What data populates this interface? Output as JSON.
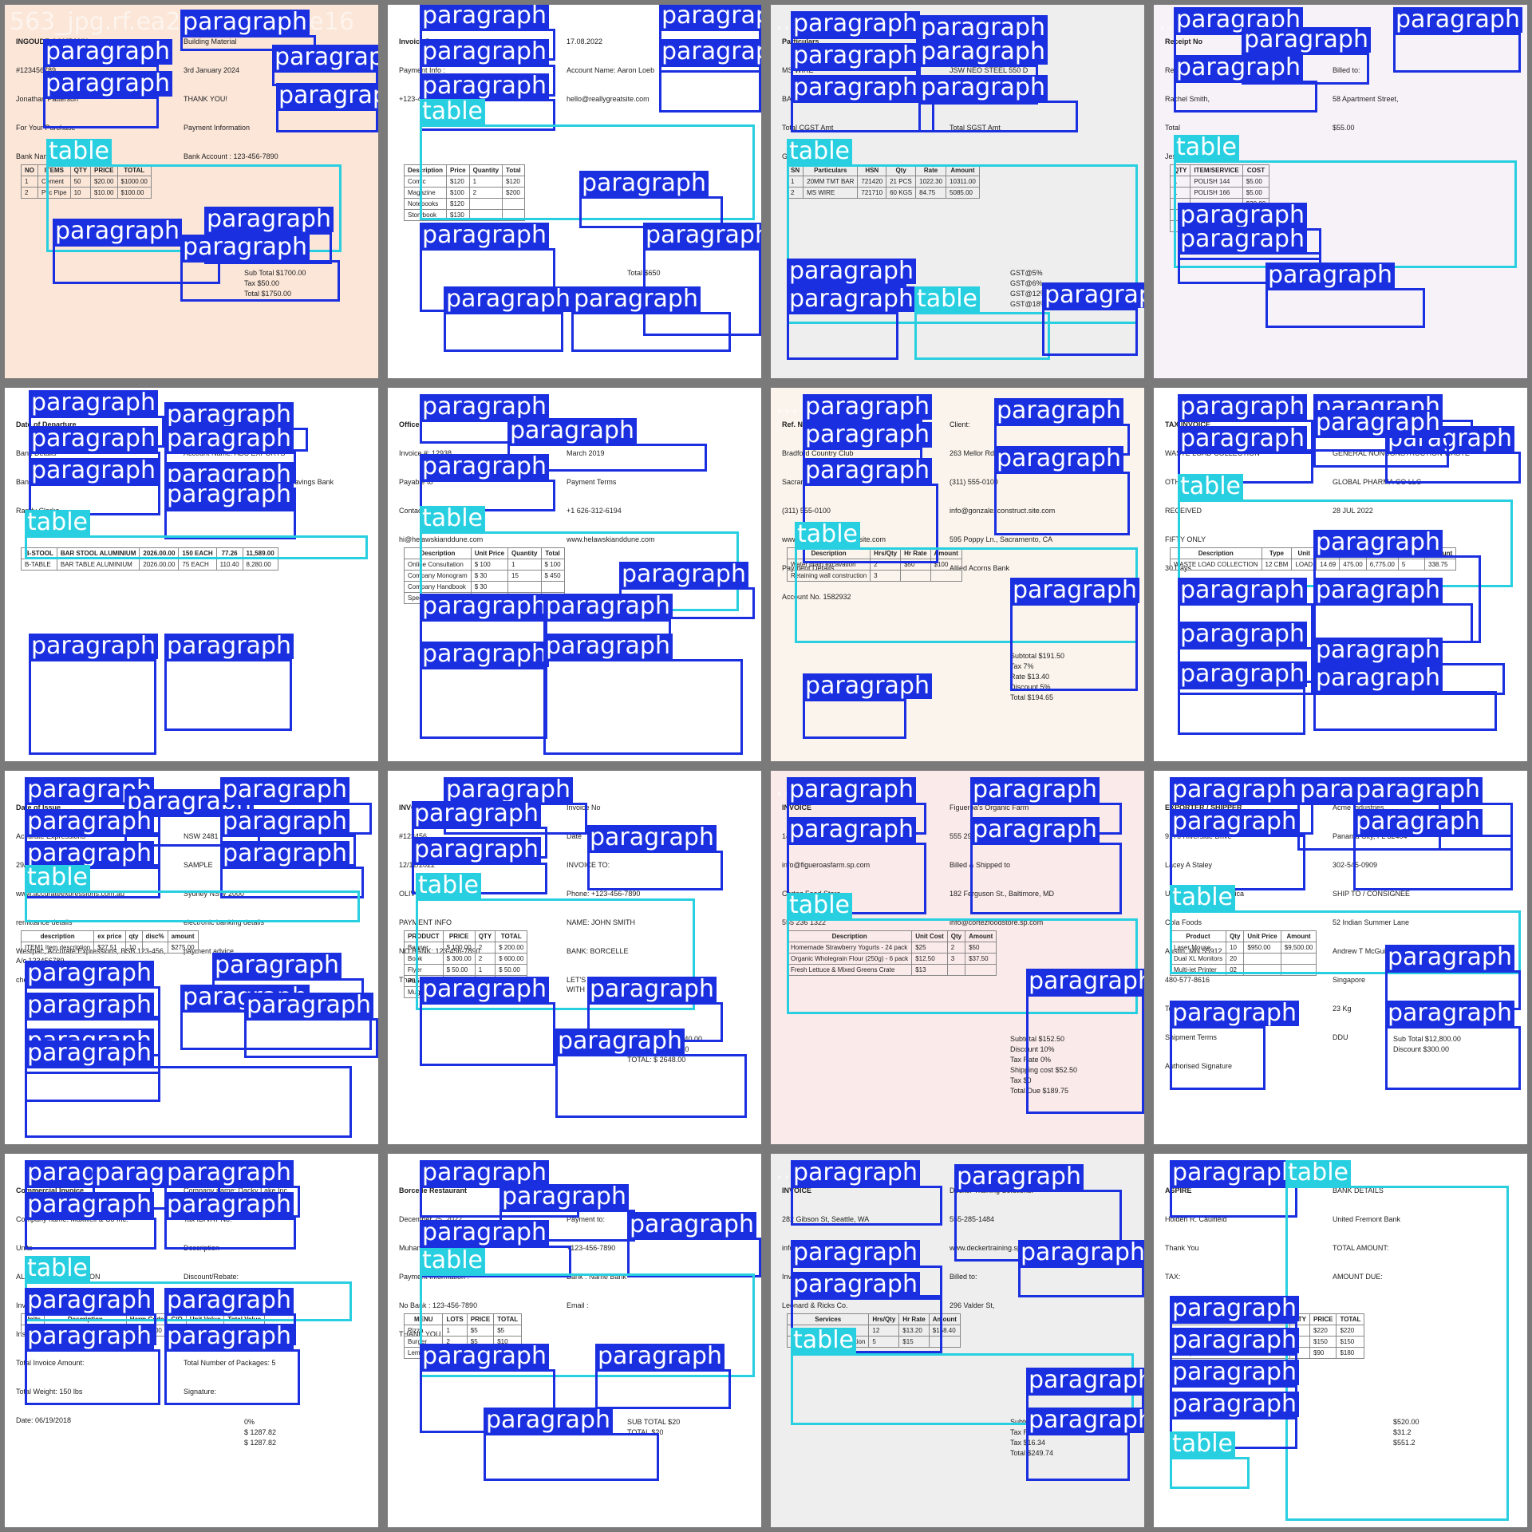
{
  "labels": {
    "paragraph": "paragraph",
    "table": "table"
  },
  "tiles": [
    {
      "id": "563_jpg.rf.ea2a6037...4ee16",
      "bg": "#fbe6d8",
      "texts": [
        "INGOUDE COMPANY",
        "Building Material",
        "#123456789",
        "3rd January 2024",
        "Jonathan Patterson",
        "THANK YOU!",
        "For Your Purchase",
        "Payment Information",
        "Bank Name : Margarita Perez",
        "Bank Account : 123-456-7890"
      ],
      "table": {
        "headers": [
          "NO",
          "ITEMS",
          "QTY",
          "PRICE",
          "TOTAL"
        ],
        "rows": [
          [
            "1",
            "Cement",
            "50",
            "$20.00",
            "$1000.00"
          ],
          [
            "2",
            "Pvc Pipe",
            "10",
            "$10.00",
            "$100.00"
          ]
        ]
      },
      "totals": [
        "Sub Total  $1700.00",
        "Tax  $50.00",
        "Total  $1750.00"
      ]
    },
    {
      "id": "...b3ff792b3",
      "bg": "#ffffff",
      "texts": [
        "Invoice Date :",
        "17.08.2022",
        "Payment Info :",
        "Account Name: Aaron Loeb",
        "+123-456-7890",
        "hello@reallygreatsite.com"
      ],
      "table": {
        "headers": [
          "Description",
          "Price",
          "Quantity",
          "Total"
        ],
        "rows": [
          [
            "Comic",
            "$120",
            "1",
            "$120"
          ],
          [
            "Magazine",
            "$100",
            "2",
            "$200"
          ],
          [
            "Notebooks",
            "$120",
            "",
            ""
          ],
          [
            "Storybook",
            "$130",
            "",
            ""
          ]
        ]
      },
      "totals": [
        "Total  $650"
      ]
    },
    {
      "id": "...b8d1",
      "bg": "#eeeeee",
      "texts": [
        "Particulars",
        "20MM TMT BAR",
        "MS WIRE",
        "JSW NEO STEEL 550 D",
        "BANK NAME : UNION BANK OF INDIA",
        "Sub Total",
        "Total CGST Amt",
        "Total SGST Amt",
        "Grand Total  47656.00"
      ],
      "table": {
        "headers": [
          "SN",
          "Particulars",
          "HSN",
          "Qty",
          "Rate",
          "Amount"
        ],
        "rows": [
          [
            "1",
            "20MM TMT BAR",
            "721420",
            "21 PCS",
            "1022.30",
            "10311.00"
          ],
          [
            "2",
            "MS WIRE",
            "721710",
            "60 KGS",
            "84.75",
            "5085.00"
          ]
        ]
      },
      "totals": [
        "GST@5%",
        "GST@6%",
        "GST@12%",
        "GST@18%"
      ]
    },
    {
      "id": "...02-03-20",
      "bg": "#f7f2f8",
      "texts": [
        "Receipt No",
        "02-03-20",
        "Receipt",
        "Billed to:",
        "Rachel Smith,",
        "58 Apartment Street,",
        "Total",
        "$55.00",
        "Jessica's Nail Salon"
      ],
      "table": {
        "headers": [
          "QTY",
          "ITEM/SERVICE",
          "COST"
        ],
        "rows": [
          [
            "1",
            "POLISH 144",
            "$5.00"
          ],
          [
            "1",
            "POLISH 166",
            "$5.00"
          ],
          [
            "",
            "",
            "$30.00"
          ],
          [
            "",
            "",
            "$10.00"
          ],
          [
            "",
            "",
            "$5.00"
          ]
        ]
      },
      "totals": []
    },
    {
      "id": "56...",
      "bg": "#ffffff",
      "texts": [
        "Date of Departure",
        "Final Destination",
        "Bank Details",
        "Account Name: ABC EXPORTS",
        "Bank Account Number: 645XXXXXX",
        "Bank Name: Community Federal Savings Bank",
        "Randy Clarke"
      ],
      "table": {
        "headers": [
          "B-STOOL",
          "BAR STOOL ALUMINIUM",
          "2026.00.00",
          "150 EACH",
          "77.26",
          "11,589.00"
        ],
        "rows": [
          [
            "B-TABLE",
            "BAR TABLE ALUMINIUM",
            "2026.00.00",
            "75 EACH",
            "110.40",
            "8,280.00"
          ]
        ]
      },
      "totals": []
    },
    {
      "id": "...16fd2905f18",
      "bg": "#ffffff",
      "texts": [
        "Office",
        "HELAWSKI & DUNE",
        "Invoice #: 12938",
        "March 2019",
        "Payable to",
        "Payment Terms",
        "Contact Details",
        "+1 626-312-6194",
        "hi@helawskianddune.com",
        "www.helawskianddune.com"
      ],
      "table": {
        "headers": [
          "Description",
          "Unit Price",
          "Quantity",
          "Total"
        ],
        "rows": [
          [
            "Online Consultation",
            "$ 100",
            "1",
            "$ 100"
          ],
          [
            "Company Monogram",
            "$ 30",
            "15",
            "$ 450"
          ],
          [
            "Company Handbook",
            "$ 30",
            "",
            ""
          ],
          [
            "Special Services",
            "$ 100",
            "",
            ""
          ]
        ]
      },
      "totals": [
        "$ 1290.00"
      ]
    },
    {
      "id": "...6e82",
      "bg": "#fbf4ec",
      "texts": [
        "Ref. Number: 10022906",
        "Client:",
        "Bradford Country Club",
        "263 Mellor Rd.,",
        "Sacramento, CA",
        "(311) 555-0100",
        "(311) 555-0100",
        "info@gonzalezconstruct.site.com",
        "www.gonzalezconstruct.site.com",
        "595 Poppy Ln., Sacramento, CA",
        "Payment Details",
        "Allied Acorns Bank",
        "Account No. 1582932"
      ],
      "table": {
        "headers": [
          "Description",
          "Hrs/Qty",
          "Hr Rate",
          "Amount"
        ],
        "rows": [
          [
            "Water drain excavation",
            "2",
            "$50",
            "$100"
          ],
          [
            "Retaining wall construction",
            "3",
            "",
            ""
          ]
        ]
      },
      "totals": [
        "Subtotal  $191.50",
        "Tax  7%",
        "Rate  $13.40",
        "Discount  5%",
        "Total  $194.65"
      ]
    },
    {
      "id": "...36",
      "bg": "#ffffff",
      "texts": [
        "TAX INVOICE",
        "DUBAI INVESTMENT PARK",
        "WASTE LOAD COLLECTION",
        "GENERAL NONCONSTRUCTION WASTE",
        "OTHER SERVICES",
        "GLOBAL PHARMA CO LLC",
        "RECEIVED",
        "28 JUL 2022",
        "FIFTY ONLY",
        "Payment Terms:",
        "30 Days"
      ],
      "table": {
        "headers": [
          "Description",
          "Type",
          "Unit",
          "Qty",
          "Rate",
          "Amount",
          "VAT %",
          "Amount"
        ],
        "rows": [
          [
            "WASTE LOAD COLLECTION",
            "12 CBM",
            "LOAD",
            "14.69",
            "475.00",
            "6,775.00",
            "5",
            "338.75"
          ]
        ]
      },
      "totals": []
    },
    {
      "id": "5...",
      "bg": "#ffffff",
      "texts": [
        "Date of Issue",
        "01/2005",
        "Accurate Expressions",
        "NSW 2481",
        "29/02/2005",
        "SAMPLE",
        "www.accurateexpressions.com.au",
        "Sydney NSW 2000",
        "remittance details",
        "electronic banking details",
        "Westpac, Accurate Expressions, BSB 123-456, A/c 123456789",
        "payment advice",
        "cheque/money order"
      ],
      "table": {
        "headers": [
          "description",
          "ex price",
          "qty",
          "disc%",
          "amount"
        ],
        "rows": [
          [
            "ITEM1  Item description",
            "$27.51",
            "10",
            "",
            "$275.00"
          ]
        ]
      },
      "totals": []
    },
    {
      "id": "..._g857d109d0a",
      "bg": "#ffffff",
      "texts": [
        "INVOICE",
        "Invoice No",
        "#123456",
        "Date",
        "12/12/2022",
        "INVOICE TO:",
        "OLIVIA WILSON",
        "Phone: +123-456-7890",
        "PAYMENT INFO",
        "NAME: JOHN SMITH",
        "NO BANK: 123-456-7890",
        "BANK: BORCELLE",
        "Thank You For Order!",
        "LET'S MAKE YOUR THINGS MORE GOOD WITH US!"
      ],
      "table": {
        "headers": [
          "PRODUCT",
          "PRICE",
          "QTY",
          "TOTAL"
        ],
        "rows": [
          [
            "Banner",
            "$ 100.00",
            "2",
            "$ 200.00"
          ],
          [
            "Book",
            "$ 300.00",
            "2",
            "$ 600.00"
          ],
          [
            "Flyer",
            "$ 50.00",
            "1",
            "$ 50.00"
          ],
          [
            "Paperbag",
            "$ 10.00",
            "12",
            "$ 120.00"
          ],
          [
            "Mug",
            "$ 50.00",
            "",
            ""
          ]
        ]
      },
      "totals": [
        "SUB TOTAL: $ 2440.00",
        "TAX 10%: $ 244.00",
        "TOTAL: $ 2648.00"
      ]
    },
    {
      "id": "...2abd0",
      "bg": "#fbeaea",
      "texts": [
        "INVOICE",
        "Figueroa's Organic Farm",
        "142 Hawthorne Ln, Salisbury, MD",
        "555 296 6013",
        "info@figueroasfarm.sp.com",
        "Billed & Shipped to",
        "Cortez Food Store",
        "182 Ferguson St., Baltimore, MD",
        "555 236 1322",
        "info@cortezfoodstore.sp.com"
      ],
      "table": {
        "headers": [
          "Description",
          "Unit Cost",
          "Qty",
          "Amount"
        ],
        "rows": [
          [
            "Homemade Strawberry Yogurts - 24 pack",
            "$25",
            "2",
            "$50"
          ],
          [
            "Organic Wholegrain Flour (250g) - 6 pack",
            "$12.50",
            "3",
            "$37.50"
          ],
          [
            "Fresh Lettuce & Mixed Greens Crate",
            "$13",
            "",
            ""
          ]
        ]
      },
      "totals": [
        "Subtotal $152.50",
        "Discount 10%",
        "Tax Rate 0%",
        "Shipping cost $52.50",
        "Tax $0",
        "Total Due $189.75"
      ]
    },
    {
      "id": "...21862",
      "bg": "#ffffff",
      "texts": [
        "EXPORTER / SHIPPER",
        "Acme Industries",
        "9176 Riverside Drive",
        "Panama City, FL 32404",
        "Lacey A Staley",
        "302-545-0909",
        "United States of America",
        "SHIP TO / CONSIGNEE",
        "Cola Foods",
        "52 Indian Summer Lane",
        "Austin, MN 55912",
        "Andrew T McGuire",
        "480-577-8616",
        "Singapore",
        "Total Weight",
        "23 Kg",
        "Shipment Terms",
        "DDU",
        "Authorised Signature"
      ],
      "table": {
        "headers": [
          "Product",
          "Qty",
          "Unit Price",
          "Amount"
        ],
        "rows": [
          [
            "Laser Mouse",
            "10",
            "$950.00",
            "$9,500.00"
          ],
          [
            "Dual XL Monitors",
            "20",
            "",
            ""
          ],
          [
            "Multi-jet Printer",
            "02",
            "",
            ""
          ]
        ]
      },
      "totals": [
        "Sub Total $12,800.00",
        "Discount $300.00"
      ]
    },
    {
      "id": "57...",
      "bg": "#ffffff",
      "texts": [
        "Commercial Invoice",
        "Company name: Dacky Lake Inc.",
        "Company name: Maxwell & Co Inc.",
        "Tax ID/VAT No:",
        "Units",
        "Description",
        "ALUMINIUM EXTRUSION",
        "Discount/Rebate:",
        "Invoice Sub-Total:",
        "Freight:",
        "Insurance:",
        "Other:",
        "Total Invoice Amount:",
        "Total Number of Packages: 5",
        "Total Weight: 150 lbs",
        "Signature:",
        "Date: 06/19/2018"
      ],
      "table": {
        "headers": [
          "Units",
          "Description",
          "Harm.Code",
          "C/O",
          "Unit Value",
          "Total Value"
        ],
        "rows": [
          [
            "12",
            "ALUMINIUM EXTRUSION",
            "7610.90.00",
            "US",
            "$5.66",
            "667.92"
          ]
        ]
      },
      "totals": [
        "0%",
        "$ 1287.82",
        "$ 1287.82"
      ]
    },
    {
      "id": "...6e6eb4c",
      "bg": "#ffffff",
      "texts": [
        "Borcelle Restaurant",
        "INVOICE",
        "December 25, 2022",
        "Payment to:",
        "Muhammad Patel",
        "+123-456-7890",
        "Payment Information :",
        "Bank : Name Bank",
        "No Bank : 123-456-7890",
        "Email :",
        "THANK YOU"
      ],
      "table": {
        "headers": [
          "MENU",
          "LOTS",
          "PRICE",
          "TOTAL"
        ],
        "rows": [
          [
            "Pizza",
            "1",
            "$5",
            "$5"
          ],
          [
            "Burger",
            "2",
            "$5",
            "$10"
          ],
          [
            "Lemon Tea",
            "1",
            "$5",
            "$5"
          ]
        ]
      },
      "totals": [
        "SUB TOTAL  $20",
        "TOTAL  $20"
      ]
    },
    {
      "id": "...20...4a7b",
      "bg": "#eeeeee",
      "texts": [
        "INVOICE",
        "Decker Training Solutions.",
        "282 Gibson St, Seattle, WA",
        "555-285-1484",
        "info@deckertraining.sp.com",
        "www.deckertraining.sp.com",
        "Invoice No. 29566/2",
        "Billed to:",
        "Leonard & Ricks Co.",
        "296 Valder St,"
      ],
      "table": {
        "headers": [
          "Services",
          "Hrs/Qty",
          "Hr Rate",
          "Amount"
        ],
        "rows": [
          [
            "Operations Review",
            "12",
            "$13.20",
            "$158.40"
          ],
          [
            "Management Consultation",
            "5",
            "$15",
            ""
          ]
        ]
      },
      "totals": [
        "Subtotal  $233.40",
        "Tax Rate  7%",
        "Tax  $16.34",
        "Total  $249.74"
      ]
    },
    {
      "id": "...e39ceb920d",
      "bg": "#ffffff",
      "texts": [
        "ASPIRE",
        "BANK DETAILS",
        "Holden R. Caulfield",
        "United Fremont Bank",
        "Thank You",
        "TOTAL AMOUNT:",
        "TAX:",
        "AMOUNT DUE:"
      ],
      "table": {
        "headers": [
          "DESCRIPTION",
          "QTY",
          "PRICE",
          "TOTAL"
        ],
        "rows": [
          [
            "Hooded Running Jacket Special Edition",
            "1",
            "$220",
            "$220"
          ],
          [
            "Raw Edge T-Shirt",
            "1",
            "$150",
            "$150"
          ],
          [
            "Skinny Low Jeans",
            "2",
            "$90",
            "$180"
          ]
        ]
      },
      "totals": [
        "$520.00",
        "$31.2",
        "$551.2"
      ]
    }
  ]
}
